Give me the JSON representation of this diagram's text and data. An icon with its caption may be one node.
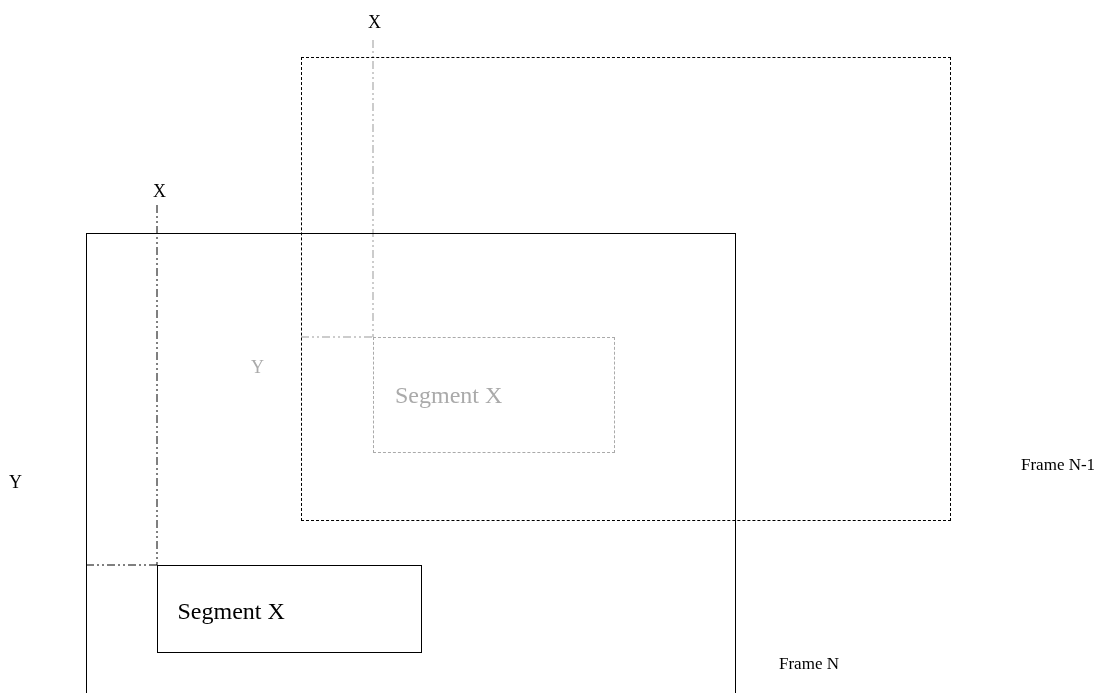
{
  "diagram": {
    "nodes": [
      {
        "text": [
          "Frame N-1"
        ]
      },
      {
        "text": [
          "Frame N"
        ]
      },
      {
        "text": [
          "Segment X"
        ]
      },
      {
        "text": [
          "Segment X"
        ],
        "in": 1
      }
    ],
    "labels": [
      "X",
      "X",
      "Y",
      "Y"
    ]
  }
}
